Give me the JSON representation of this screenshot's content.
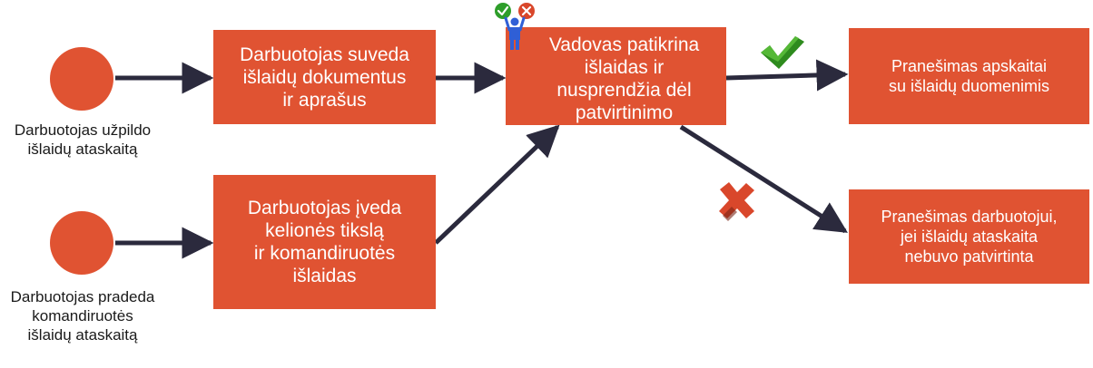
{
  "colors": {
    "box": "#e05332",
    "arrow": "#2b2a3d",
    "text_dark": "#1a1a1a",
    "check": "#2e8b1e",
    "cross": "#d9472b",
    "figure": "#2f5fd6"
  },
  "start_nodes": [
    {
      "caption": "Darbuotojas užpildo\nišlaidų ataskaitą"
    },
    {
      "caption": "Darbuotojas pradeda\nkomandiruotės\n išlaidų ataskaitą"
    }
  ],
  "steps": {
    "fill_documents": "Darbuotojas suveda\nišlaidų dokumentus\nir aprašus",
    "enter_trip": "Darbuotojas įveda\nkelionės tikslą\nir komandiruotės\nišlaidas",
    "manager_review": "Vadovas patikrina\nišlaidas ir\nnusprendžia dėl\npatvirtinimo",
    "notify_accounting": "Pranešimas apskaitai\nsu išlaidų duomenimis",
    "notify_employee": "Pranešimas darbuotojui,\njei išlaidų ataskaita\nnebuvo patvirtinta"
  },
  "icons": {
    "approve": "check-icon",
    "reject": "cross-icon",
    "manager": "manager-with-approve-reject-icon"
  }
}
